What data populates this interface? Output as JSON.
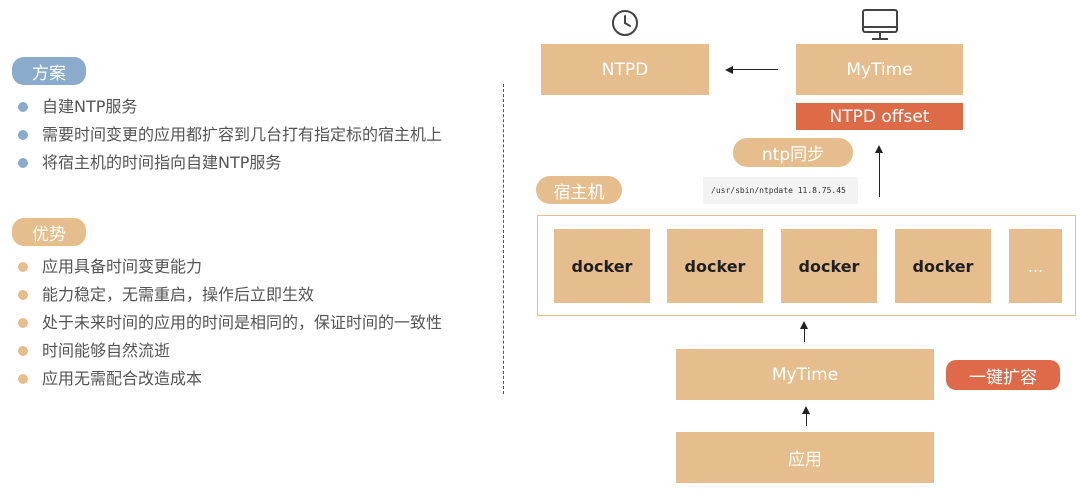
{
  "left": {
    "section1": {
      "tag": "方案",
      "items": [
        "自建NTP服务",
        "需要时间变更的应用都扩容到几台打有指定标的宿主机上",
        "将宿主机的时间指向自建NTP服务"
      ]
    },
    "section2": {
      "tag": "优势",
      "items": [
        "应用具备时间变更能力",
        "能力稳定，无需重启，操作后立即生效",
        "处于未来时间的应用的时间是相同的，保证时间的一致性",
        "时间能够自然流逝",
        "应用无需配合改造成本"
      ]
    }
  },
  "diagram": {
    "ntpd": "NTPD",
    "mytime_top": "MyTime",
    "offset": "NTPD offset",
    "ntp_sync": "ntp同步",
    "command": "/usr/sbin/ntpdate 11.8.75.45",
    "host_label": "宿主机",
    "dockers": [
      "docker",
      "docker",
      "docker",
      "docker"
    ],
    "more": "...",
    "mytime_bottom": "MyTime",
    "scale_badge": "一键扩容",
    "app": "应用"
  },
  "colors": {
    "blue_tag": "#8aabcb",
    "orange_tag": "#e6bd8c",
    "box_fill": "#e6bd8c",
    "offset_red": "#dd6b47",
    "badge_red": "#de6a49"
  }
}
